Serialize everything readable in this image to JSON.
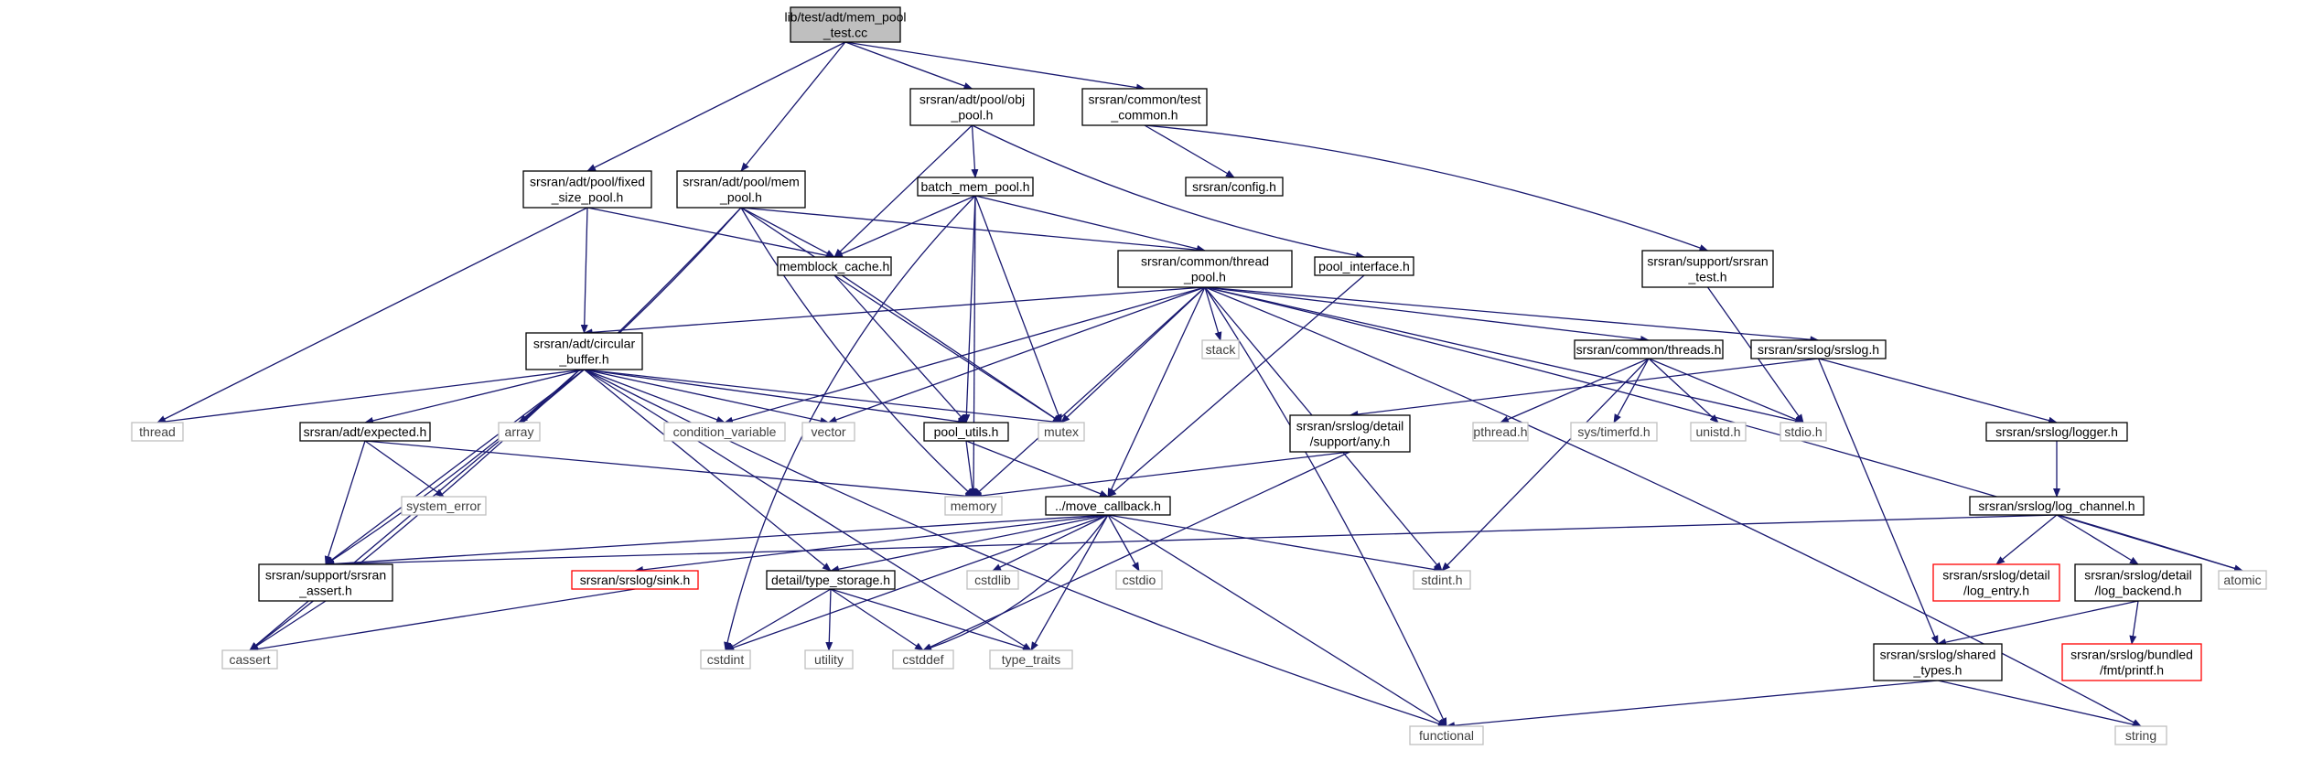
{
  "colors": {
    "edge": "#191970",
    "box_border": "#000000",
    "external_border": "#bfbfbf",
    "missing_border": "#ff0000",
    "root_fill": "#bfbfbf"
  },
  "nodes": {
    "mem_pool_test": [
      "lib/test/adt/mem_pool",
      "_test.cc"
    ],
    "obj_pool": [
      "srsran/adt/pool/obj",
      "_pool.h"
    ],
    "test_common": [
      "srsran/common/test",
      "_common.h"
    ],
    "fixed_size_pool": [
      "srsran/adt/pool/fixed",
      "_size_pool.h"
    ],
    "mem_pool": [
      "srsran/adt/pool/mem",
      "_pool.h"
    ],
    "batch_mem_pool": [
      "batch_mem_pool.h"
    ],
    "config": [
      "srsran/config.h"
    ],
    "memblock_cache": [
      "memblock_cache.h"
    ],
    "thread_pool": [
      "srsran/common/thread",
      "_pool.h"
    ],
    "pool_interface": [
      "pool_interface.h"
    ],
    "srsran_test": [
      "srsran/support/srsran",
      "_test.h"
    ],
    "circular_buffer": [
      "srsran/adt/circular",
      "_buffer.h"
    ],
    "stack": [
      "stack"
    ],
    "threads": [
      "srsran/common/threads.h"
    ],
    "srslog": [
      "srsran/srslog/srslog.h"
    ],
    "thread": [
      "thread"
    ],
    "expected": [
      "srsran/adt/expected.h"
    ],
    "array": [
      "array"
    ],
    "condition_variable": [
      "condition_variable"
    ],
    "vector": [
      "vector"
    ],
    "pool_utils": [
      "pool_utils.h"
    ],
    "mutex": [
      "mutex"
    ],
    "any": [
      "srsran/srslog/detail",
      "/support/any.h"
    ],
    "pthread": [
      "pthread.h"
    ],
    "timerfd": [
      "sys/timerfd.h"
    ],
    "unistd": [
      "unistd.h"
    ],
    "stdio": [
      "stdio.h"
    ],
    "logger": [
      "srsran/srslog/logger.h"
    ],
    "system_error": [
      "system_error"
    ],
    "memory": [
      "memory"
    ],
    "move_callback": [
      "../move_callback.h"
    ],
    "log_channel": [
      "srsran/srslog/log_channel.h"
    ],
    "srsran_assert": [
      "srsran/support/srsran",
      "_assert.h"
    ],
    "sink": [
      "srsran/srslog/sink.h"
    ],
    "type_storage": [
      "detail/type_storage.h"
    ],
    "cstdlib": [
      "cstdlib"
    ],
    "cstdio": [
      "cstdio"
    ],
    "stdint": [
      "stdint.h"
    ],
    "log_entry": [
      "srsran/srslog/detail",
      "/log_entry.h"
    ],
    "log_backend": [
      "srsran/srslog/detail",
      "/log_backend.h"
    ],
    "atomic": [
      "atomic"
    ],
    "cassert": [
      "cassert"
    ],
    "cstdint": [
      "cstdint"
    ],
    "utility": [
      "utility"
    ],
    "cstddef": [
      "cstddef"
    ],
    "type_traits": [
      "type_traits"
    ],
    "shared_types": [
      "srsran/srslog/shared",
      "_types.h"
    ],
    "printf": [
      "srsran/srslog/bundled",
      "/fmt/printf.h"
    ],
    "functional": [
      "functional"
    ],
    "string": [
      "string"
    ]
  }
}
